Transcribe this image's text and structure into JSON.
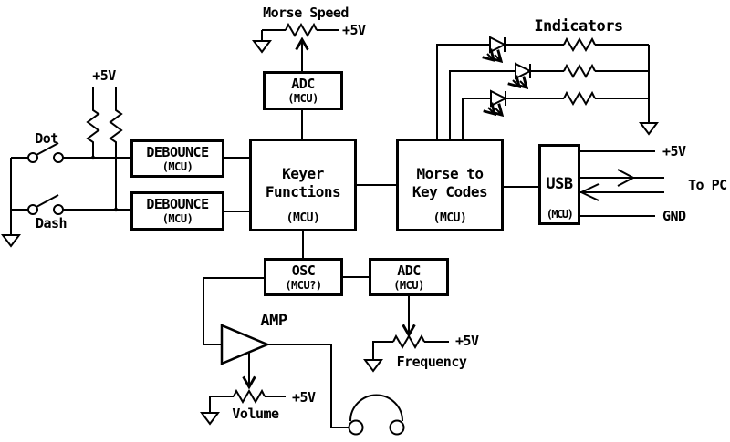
{
  "blocks": {
    "debounce1": {
      "title": "DEBOUNCE",
      "sub": "(MCU)"
    },
    "debounce2": {
      "title": "DEBOUNCE",
      "sub": "(MCU)"
    },
    "adc_top": {
      "title": "ADC",
      "sub": "(MCU)"
    },
    "keyer": {
      "line1": "Keyer",
      "line2": "Functions",
      "sub": "(MCU)"
    },
    "morse2key": {
      "line1": "Morse to",
      "line2": "Key Codes",
      "sub": "(MCU)"
    },
    "usb": {
      "title": "USB",
      "sub": "(MCU)"
    },
    "osc": {
      "title": "OSC",
      "sub": "(MCU?)"
    },
    "adc_bottom": {
      "title": "ADC",
      "sub": "(MCU)"
    }
  },
  "labels": {
    "morse_speed": "Morse Speed",
    "indicators": "Indicators",
    "plus5v": "+5V",
    "dot": "Dot",
    "dash": "Dash",
    "to_pc": "To PC",
    "gnd": "GND",
    "amp": "AMP",
    "volume": "Volume",
    "frequency": "Frequency"
  },
  "colors": {
    "line": "#000000",
    "background": "#ffffff"
  }
}
